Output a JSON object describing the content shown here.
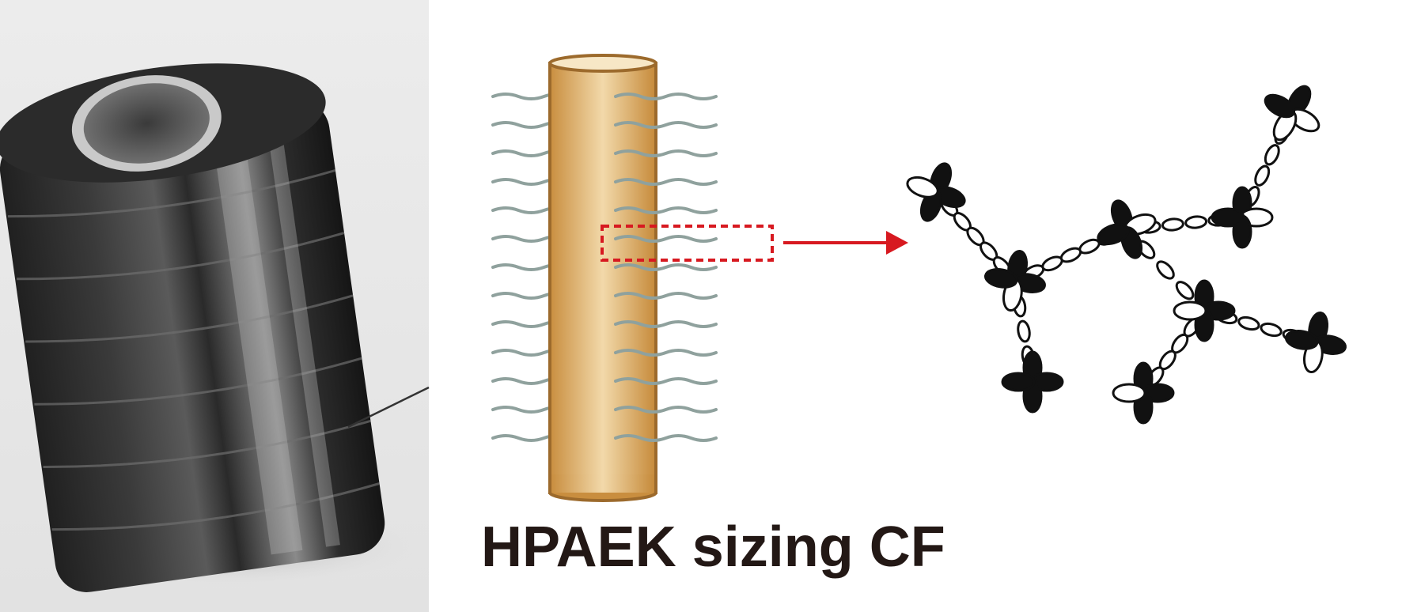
{
  "figure": {
    "caption": "HPAEK sizing CF",
    "photo_icon": "carbon-fiber-spool-photo",
    "fiber_icon": "sized-carbon-fiber",
    "molecule_icon": "hyperbranched-polymer-structure",
    "colors": {
      "fiber_fill": "#D9A85E",
      "fiber_outline": "#9C6A2C",
      "sizing_chains": "#8FA19D",
      "highlight": "#D71920",
      "molecule": "#111111",
      "caption": "#231815"
    }
  }
}
